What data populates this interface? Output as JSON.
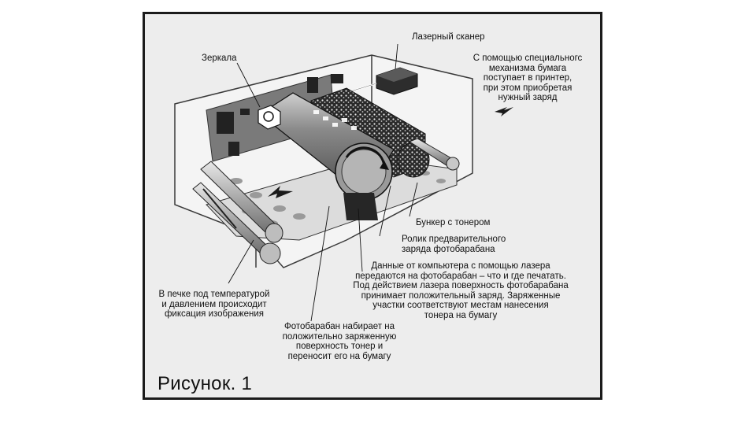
{
  "labels": {
    "laser_scanner": "Лазерный сканер",
    "mirrors": "Зеркала",
    "paper_note": "С помощью специальногс\nмеханизма бумага\nпоступает в принтер,\nпри этом приобретая\nнужный заряд",
    "toner_hopper": "Бункер с тонером",
    "precharge_roller": "Ролик предварительного\nзаряда фотобарабана",
    "laser_data": "Данные от компьютера с помощью лазера\nпередаются на фотобарабан – что и где печатать.\nПод действием лазера поверхность фотобарабана\nпринимает положительный заряд. Заряженные\nучастки соответствуют местам нанесения\nтонера на бумагу",
    "fuser": "В печке под температурой\nи давлением происходит\nфиксация изображения",
    "drum_toner": "Фотобарабан набирает на\nположительно заряженную\nповерхность тонер и\nпереносит его на бумагу"
  },
  "caption": "Рисунок. 1"
}
